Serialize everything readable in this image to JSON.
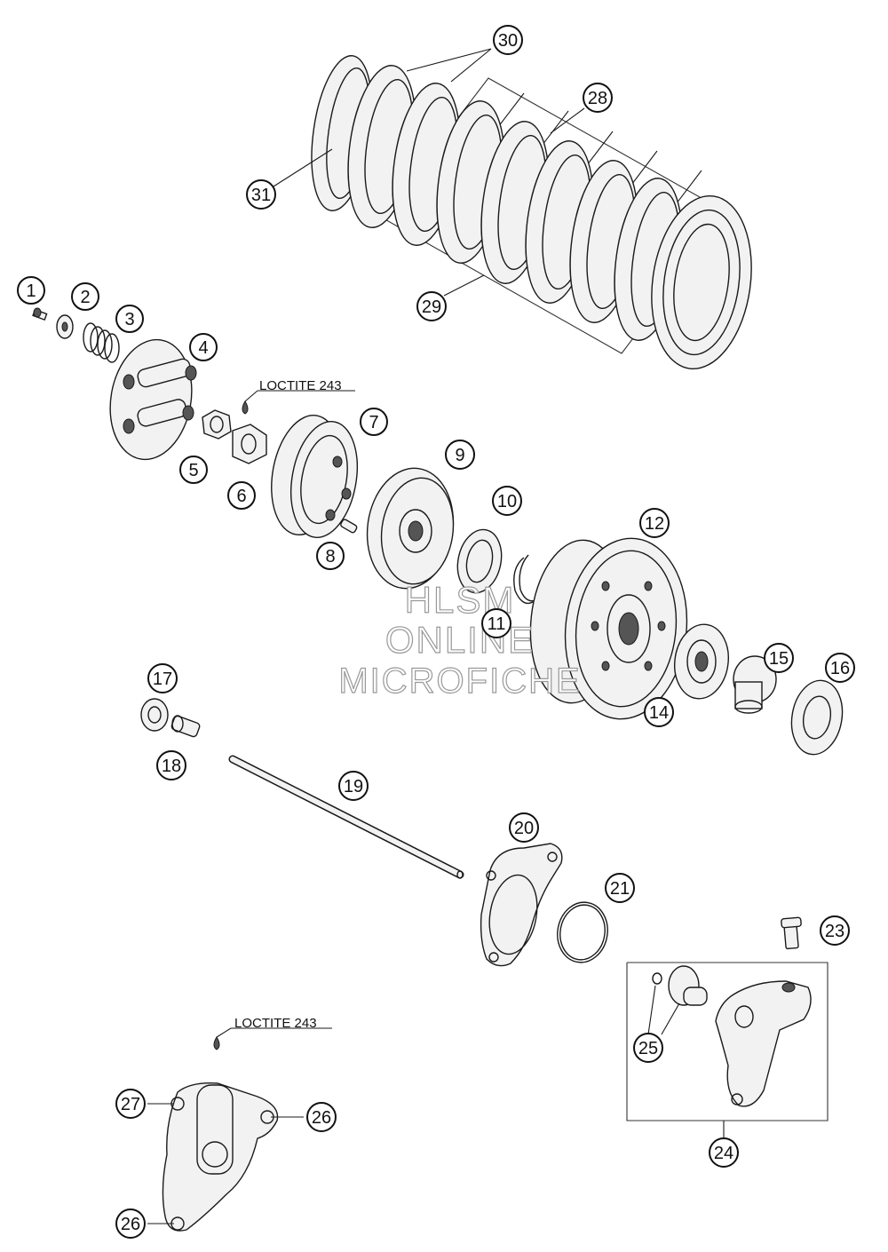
{
  "notes": {
    "loctite_top": "LOCTITE 243",
    "loctite_bottom": "LOCTITE 243"
  },
  "watermark": {
    "line1": "HLSM",
    "line2": "ONLINE",
    "line3": "MICROFICHE"
  },
  "callouts": {
    "c1": "1",
    "c2": "2",
    "c3": "3",
    "c4": "4",
    "c5": "5",
    "c6": "6",
    "c7": "7",
    "c8": "8",
    "c9": "9",
    "c10": "10",
    "c11": "11",
    "c12": "12",
    "c14": "14",
    "c15": "15",
    "c16": "16",
    "c17": "17",
    "c18": "18",
    "c19": "19",
    "c20": "20",
    "c21": "21",
    "c23": "23",
    "c24": "24",
    "c25": "25",
    "c26a": "26",
    "c26b": "26",
    "c27": "27",
    "c28": "28",
    "c29": "29",
    "c30": "30",
    "c31": "31"
  }
}
